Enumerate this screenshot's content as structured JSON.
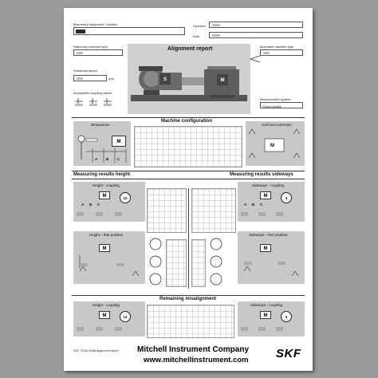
{
  "header": {
    "machinery_label": "Machinery equipment / position",
    "operator_label": "Operator",
    "date_label": "Date",
    "stationary_label": "Stationary machine type",
    "movable_label": "Moveable machine type",
    "rotational_speed_label": "Rotational speed",
    "rpm_unit": "rpm",
    "coupling_values_label": "Acceptable coupling values",
    "measurement_system_label": "Measurement system",
    "select_value": "Select please",
    "report_title": "Alignment report"
  },
  "machine_diagram": {
    "pump_letter": "S",
    "motor_letter": "M"
  },
  "configuration": {
    "title": "Machine configuration",
    "dimensions_label": "Dimensions",
    "softfoot_label": "Soft foot correction",
    "dim_letters": [
      "A",
      "B",
      "C"
    ],
    "motor_letter": "M"
  },
  "measuring": {
    "height_title": "Measuring results height",
    "sideways_title": "Measuring results sideways",
    "height_coupling": "Height - coupling",
    "sideways_coupling": "Sideways - coupling",
    "height_feet": "Height – feet position",
    "sideways_feet": "Sideways – feet position",
    "clock_12": "12",
    "clock_3": "3",
    "coupling_letters": [
      "A",
      "B",
      "C"
    ],
    "motor_letter": "M"
  },
  "remaining": {
    "title": "Remaining misalignment",
    "height_coupling": "Height - coupling",
    "sideways_coupling": "Sideways - coupling",
    "clock_12": "12",
    "clock_3": "3"
  },
  "footer": {
    "form_id": "SKF TKSA Shaft Alignment report",
    "company": "Mitchell Instrument Company",
    "website": "www.mitchellinstrument.com",
    "logo_text": "SKF"
  }
}
